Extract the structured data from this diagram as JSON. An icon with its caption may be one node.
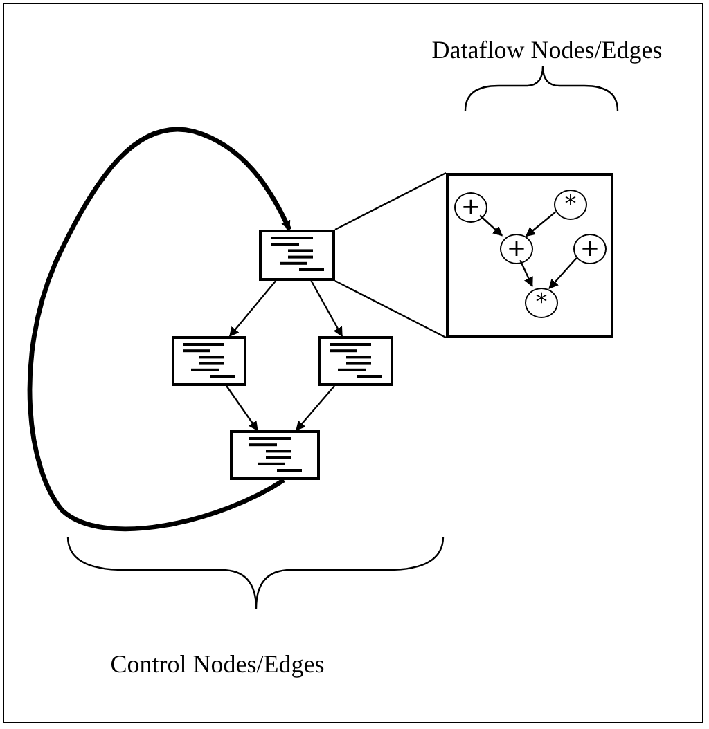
{
  "diagram": {
    "nodes": [
      {
        "text": [],
        "shape": "box"
      },
      {
        "text": [],
        "shape": "box"
      },
      {
        "text": [],
        "shape": "box"
      },
      {
        "text": [],
        "shape": "box"
      },
      {
        "text": [],
        "shape": "box"
      },
      {
        "text": [
          "+"
        ],
        "in": 4
      },
      {
        "text": [
          "*"
        ],
        "in": 4
      },
      {
        "text": [
          "+"
        ],
        "in": 4
      },
      {
        "text": [
          "+"
        ],
        "in": 4
      },
      {
        "text": [
          "*"
        ],
        "in": 4
      }
    ],
    "edges": [
      {
        "from": 0,
        "to": 1,
        "arrow": "to"
      },
      {
        "from": 0,
        "to": 2,
        "arrow": "to"
      },
      {
        "from": 1,
        "to": 3,
        "arrow": "to"
      },
      {
        "from": 2,
        "to": 3,
        "arrow": "to"
      },
      {
        "from": 3,
        "to": 0,
        "arrow": "to",
        "style": "thick"
      },
      {
        "from": 0,
        "to": 4,
        "arrow": "none"
      },
      {
        "from": 0,
        "to": 4,
        "arrow": "none"
      },
      {
        "from": 5,
        "to": 7,
        "arrow": "to"
      },
      {
        "from": 6,
        "to": 7,
        "arrow": "to"
      },
      {
        "from": 7,
        "to": 9,
        "arrow": "to"
      },
      {
        "from": 8,
        "to": 9,
        "arrow": "to"
      }
    ],
    "labels": [
      "Dataflow Nodes/Edges",
      "Control Nodes/Edges"
    ]
  }
}
